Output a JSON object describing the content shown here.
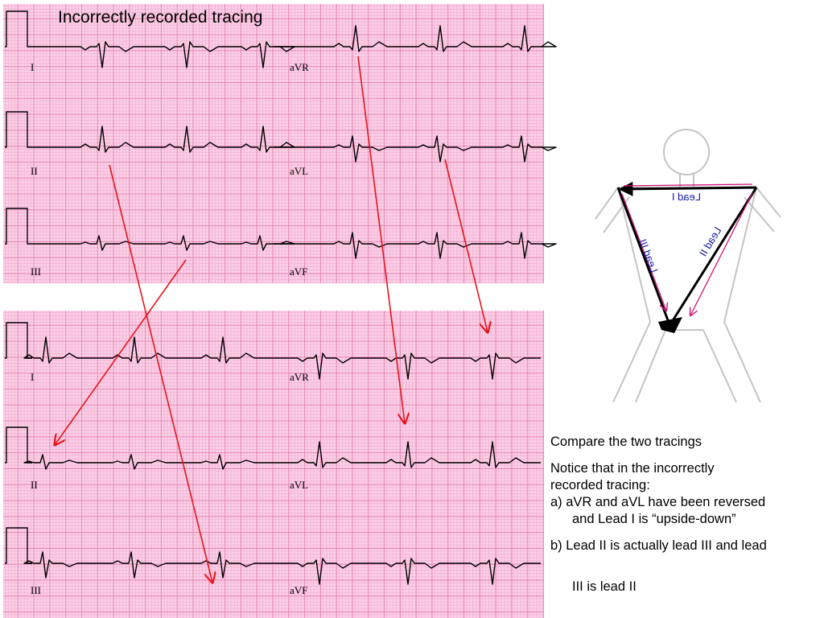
{
  "top_panel": {
    "title": "Incorrectly recorded tracing",
    "leads": {
      "r1_left": "I",
      "r1_right": "aVR",
      "r2_left": "II",
      "r2_right": "aVL",
      "r3_left": "III",
      "r3_right": "aVF"
    }
  },
  "bottom_panel": {
    "leads": {
      "r1_left": "I",
      "r1_right": "aVR",
      "r2_left": "II",
      "r2_right": "aVL",
      "r3_left": "III",
      "r3_right": "aVF"
    }
  },
  "diagram": {
    "lead_I_label": "Lead I",
    "lead_II_label": "Lead II",
    "lead_III_label": "Lead III"
  },
  "notes": {
    "line1": "Compare the two tracings",
    "line2a": "Notice that in the incorrectly",
    "line2b": "recorded tracing:",
    "item_a1": "a) aVR and aVL have been reversed",
    "item_a2": "and Lead I  is “upside-down”",
    "item_b1": "b) Lead II is actually lead III and lead",
    "item_b2": "III is lead II"
  },
  "colors": {
    "grid_bg": "#fbd3e9",
    "grid_major": "#e789b6",
    "arrow": "#e8141c",
    "lead_arrow": "#d0157a",
    "lead_text": "#1a1aa8"
  }
}
